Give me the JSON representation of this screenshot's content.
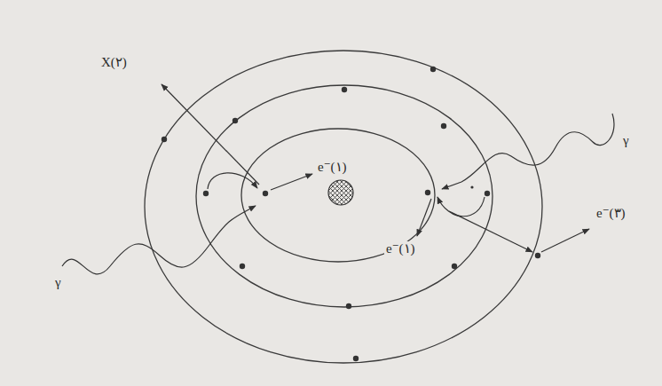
{
  "diagram": {
    "labels": [
      "X(٢)",
      "γ",
      "e⁻(١)",
      "e⁻(٣)",
      "e⁻(١)",
      "γ"
    ]
  }
}
